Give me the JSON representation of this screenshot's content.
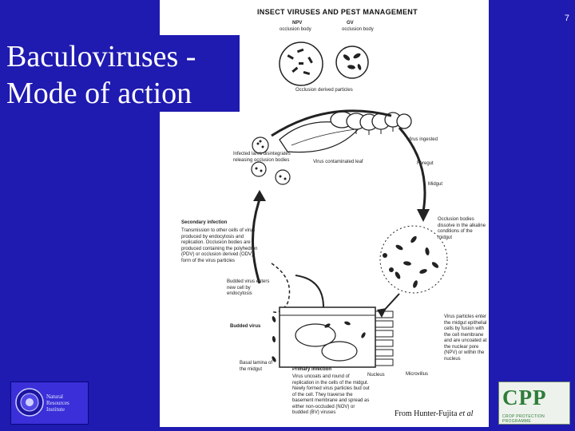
{
  "slide": {
    "number": "7",
    "title_line1": "Baculoviruses -",
    "title_line2": "Mode of action",
    "credit_text": "From Hunter-Fujita",
    "credit_italic": "et al"
  },
  "figure": {
    "title": "INSECT VIRUSES AND PEST MANAGEMENT",
    "npv_label": "NPV",
    "npv_sub": "occlusion body",
    "gv_label": "GV",
    "gv_sub": "occlusion body",
    "dense_particles": "Occlusion derived particles",
    "virus_ingested": "Virus ingested",
    "foregut": "Foregut",
    "midgut": "Midgut",
    "contaminated_leaf": "Virus contaminated leaf",
    "infected_larva": "Infected larva disintegrates releasing occlusion bodies",
    "dissolve": "Occlusion bodies dissolve in the alkaline conditions of the midgut",
    "secondary_title": "Secondary infection",
    "secondary_body": "Transmission to other cells of virus produced by endocytosis and replication. Occlusion bodies are produced containing the polyhedron (PDV) or occlusion derived (ODV) form of the virus particles",
    "budded_virus_enters": "Budded virus enters new cell by endocytosis",
    "budded_virus": "Budded virus",
    "particles_enter": "Virus particles enter the midgut epithelial cells by fusion with the cell membrane and are uncoated at the nuclear pore (NPV) or within the nucleus",
    "basal_lamina": "Basal lamina of the midgut",
    "primary_title": "Primary infection",
    "primary_body": "Virus uncoats and round of replication in the cells of the midgut. Newly formed virus particles bud out of the cell. They traverse the basement membrane and spread as either non-occluded (NOV) or budded (BV) viruses",
    "nucleus": "Nucleus",
    "microvillus": "Microvillus"
  },
  "logos": {
    "left_text": [
      "Natural",
      "Resources",
      "Institute"
    ],
    "right_main": "CPP",
    "right_sub": "CROP PROTECTION PROGRAMME"
  },
  "colors": {
    "background": "#1f1ab0",
    "title_text": "#ffffff",
    "figure_bg": "#ffffff",
    "cpp_green": "#2d7d3a"
  }
}
